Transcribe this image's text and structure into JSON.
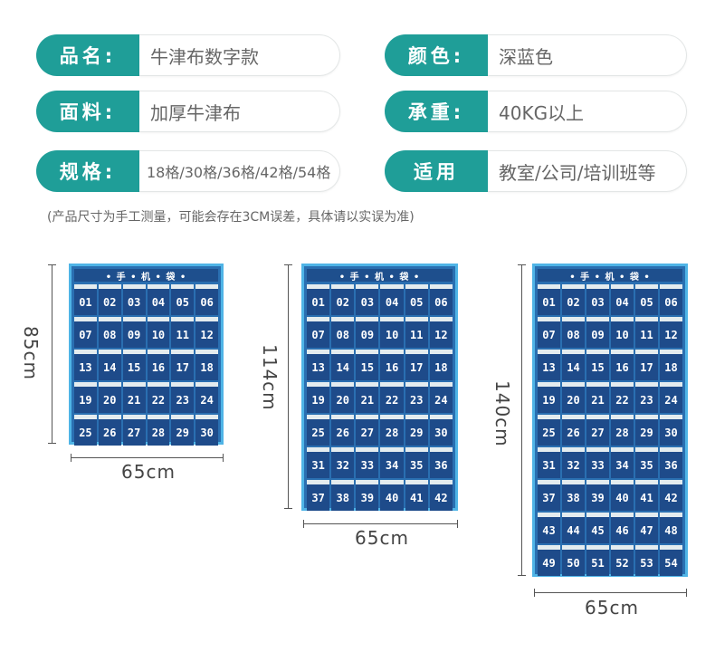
{
  "specs": [
    {
      "label": "品名:",
      "value": "牛津布数字款"
    },
    {
      "label": "颜色:",
      "value": "深蓝色"
    },
    {
      "label": "面料:",
      "value": "加厚牛津布"
    },
    {
      "label": "承重:",
      "value": "40KG以上"
    },
    {
      "label": "规格:",
      "value": "18格/30格/36格/42格/54格"
    },
    {
      "label": "适用",
      "value": "教室/公司/培训班等"
    }
  ],
  "note": "(产品尺寸为手工测量，可能会存在3CM误差，具体请以实误为准)",
  "racks": [
    {
      "title": "• 手 • 机 • 袋 •",
      "pockets": 30,
      "height_label": "85cm",
      "width_label": "65cm"
    },
    {
      "title": "• 手 • 机 • 袋 •",
      "pockets": 42,
      "height_label": "114cm",
      "width_label": "65cm"
    },
    {
      "title": "• 手 • 机 • 袋 •",
      "pockets": 54,
      "height_label": "140cm",
      "width_label": "65cm"
    }
  ],
  "colors": {
    "accent": "#1f9e98",
    "rack_fabric": "#1e4b8a",
    "rack_border": "#4fb4e6"
  }
}
